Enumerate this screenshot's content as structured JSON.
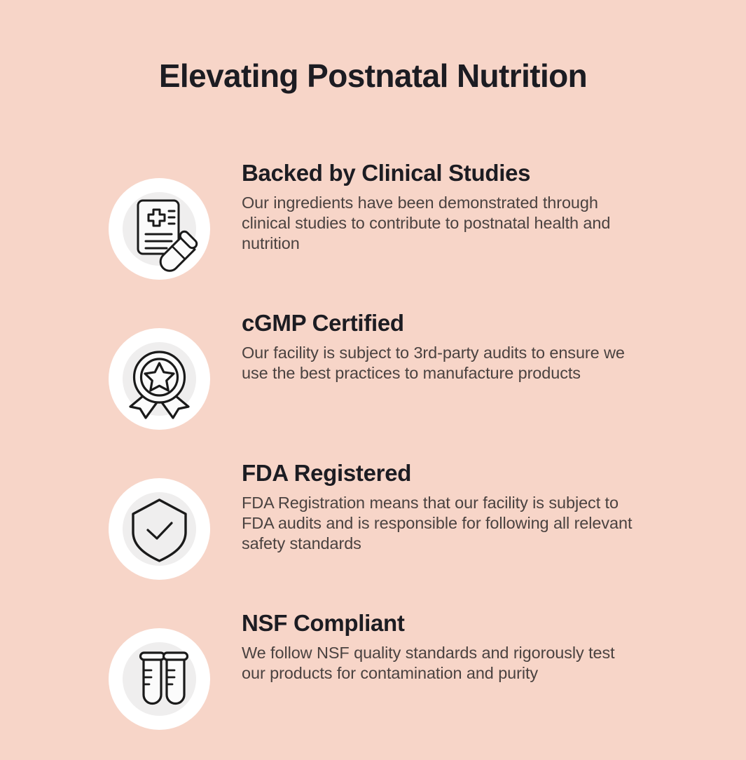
{
  "page": {
    "background_color": "#f7d5c8",
    "heading_color": "#1c1c22",
    "body_text_color": "#4a4240",
    "icon_circle_outer_color": "#ffffff",
    "icon_circle_inner_color": "#efeeee",
    "icon_stroke_color": "#1a1a1a"
  },
  "title": "Elevating Postnatal Nutrition",
  "features": [
    {
      "icon": "clinical-document-test-tube-icon",
      "title": "Backed by Clinical Studies",
      "description": "Our ingredients have been demonstrated through clinical studies to contribute to postnatal health and nutrition"
    },
    {
      "icon": "award-ribbon-star-icon",
      "title": "cGMP Certified",
      "description": "Our facility is subject to 3rd-party audits to ensure we use the best practices to manufacture products"
    },
    {
      "icon": "shield-check-icon",
      "title": "FDA Registered",
      "description": "FDA Registration means that our facility is subject to FDA audits and is responsible for following all relevant safety standards"
    },
    {
      "icon": "test-tubes-icon",
      "title": "NSF Compliant",
      "description": "We follow NSF quality standards and rigorously test our products for contamination and purity"
    }
  ]
}
